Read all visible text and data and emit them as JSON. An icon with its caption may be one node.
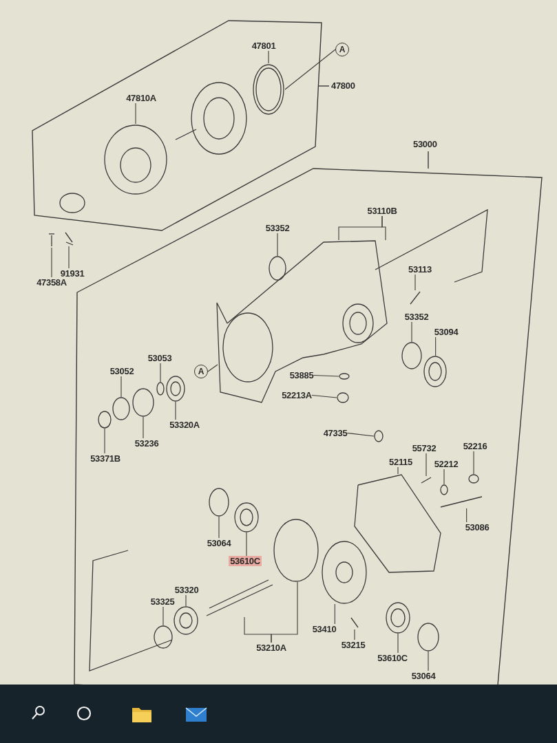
{
  "diagram": {
    "nodes": [
      {
        "text": [
          "47800"
        ]
      },
      {
        "text": [
          "47801"
        ],
        "in": 0
      },
      {
        "text": [
          "47810A"
        ],
        "in": 0
      },
      {
        "text": [
          "A"
        ]
      },
      {
        "text": [
          "91931"
        ]
      },
      {
        "text": [
          "47358A"
        ]
      },
      {
        "text": [
          "53000"
        ]
      },
      {
        "text": [
          "53352"
        ],
        "in": 6
      },
      {
        "text": [
          "53110B"
        ],
        "in": 6
      },
      {
        "text": [
          "53113"
        ],
        "in": 6
      },
      {
        "text": [
          "53352"
        ],
        "in": 6
      },
      {
        "text": [
          "53094"
        ],
        "in": 6
      },
      {
        "text": [
          "53053"
        ],
        "in": 6
      },
      {
        "text": [
          "53052"
        ],
        "in": 6
      },
      {
        "text": [
          "A"
        ],
        "in": 6
      },
      {
        "text": [
          "53885"
        ],
        "in": 6
      },
      {
        "text": [
          "52213A"
        ],
        "in": 6
      },
      {
        "text": [
          "53320A"
        ],
        "in": 6
      },
      {
        "text": [
          "53236"
        ],
        "in": 6
      },
      {
        "text": [
          "53371B"
        ],
        "in": 6
      },
      {
        "text": [
          "47335"
        ],
        "in": 6
      },
      {
        "text": [
          "55732"
        ],
        "in": 6
      },
      {
        "text": [
          "52216"
        ],
        "in": 6
      },
      {
        "text": [
          "52115"
        ],
        "in": 6
      },
      {
        "text": [
          "52212"
        ],
        "in": 6
      },
      {
        "text": [
          "53086"
        ],
        "in": 6
      },
      {
        "text": [
          "53064"
        ],
        "in": 6
      },
      {
        "text": [
          "53610C"
        ],
        "in": 6
      },
      {
        "text": [
          "53320"
        ],
        "in": 6
      },
      {
        "text": [
          "53325"
        ],
        "in": 6
      },
      {
        "text": [
          "53410"
        ],
        "in": 6
      },
      {
        "text": [
          "53215"
        ],
        "in": 6
      },
      {
        "text": [
          "53210A"
        ],
        "in": 6
      },
      {
        "text": [
          "53610C"
        ],
        "in": 6
      },
      {
        "text": [
          "53064"
        ],
        "in": 6
      },
      {
        "text": [],
        "shape": "picture",
        "in": 0
      },
      {
        "text": [],
        "shape": "picture",
        "in": 0
      },
      {
        "text": [],
        "shape": "picture"
      },
      {
        "text": [],
        "shape": "picture"
      },
      {
        "text": [],
        "shape": "circle",
        "in": 6
      },
      {
        "text": [],
        "shape": "picture",
        "in": 6
      },
      {
        "text": [],
        "shape": "picture",
        "in": 6
      },
      {
        "text": [],
        "shape": "circle",
        "in": 6
      },
      {
        "text": [],
        "shape": "picture",
        "in": 6
      },
      {
        "text": [],
        "shape": "circle",
        "in": 6
      },
      {
        "text": [],
        "shape": "circle",
        "in": 6
      },
      {
        "text": [],
        "shape": "circle",
        "in": 6
      },
      {
        "text": [],
        "shape": "circle",
        "in": 6
      },
      {
        "text": [],
        "shape": "picture",
        "in": 6
      },
      {
        "text": [],
        "shape": "circle",
        "in": 6
      },
      {
        "text": [],
        "shape": "circle",
        "in": 6
      },
      {
        "text": [],
        "shape": "circle",
        "in": 6
      },
      {
        "text": [],
        "shape": "picture",
        "in": 6
      },
      {
        "text": [],
        "shape": "circle",
        "in": 6
      },
      {
        "text": [],
        "shape": "picture",
        "in": 6
      },
      {
        "text": [],
        "shape": "circle",
        "in": 6
      },
      {
        "text": [],
        "shape": "picture",
        "in": 6
      },
      {
        "text": [],
        "shape": "circle",
        "in": 6
      },
      {
        "text": [],
        "shape": "picture",
        "in": 6
      },
      {
        "text": [],
        "shape": "picture",
        "in": 6
      },
      {
        "text": [],
        "shape": "circle",
        "in": 6
      },
      {
        "text": [],
        "shape": "picture",
        "in": 6
      },
      {
        "text": [],
        "shape": "picture",
        "in": 6
      },
      {
        "text": [],
        "shape": "picture",
        "in": 6
      },
      {
        "text": [],
        "shape": "circle",
        "in": 6
      },
      {
        "text": [],
        "shape": "picture",
        "in": 6
      },
      {
        "text": [],
        "shape": "circle",
        "in": 6
      }
    ],
    "edges": [
      {
        "from": 1,
        "to": 35,
        "arrow": "none"
      },
      {
        "from": 2,
        "to": 36,
        "arrow": "none"
      },
      {
        "from": 3,
        "to": 35,
        "arrow": "none"
      },
      {
        "from": 4,
        "to": 38,
        "arrow": "none"
      },
      {
        "from": 5,
        "to": 37,
        "arrow": "none"
      },
      {
        "from": 7,
        "to": 39,
        "arrow": "none"
      },
      {
        "from": 8,
        "to": 40,
        "arrow": "none"
      },
      {
        "from": 8,
        "to": 40,
        "arrow": "none"
      },
      {
        "from": 9,
        "to": 41,
        "arrow": "none"
      },
      {
        "from": 10,
        "to": 42,
        "arrow": "none"
      },
      {
        "from": 11,
        "to": 43,
        "arrow": "none"
      },
      {
        "from": 12,
        "to": 44,
        "arrow": "none"
      },
      {
        "from": 13,
        "to": 45,
        "arrow": "none"
      },
      {
        "from": 14,
        "to": 40,
        "arrow": "none"
      },
      {
        "from": 15,
        "to": 46,
        "arrow": "none"
      },
      {
        "from": 16,
        "to": 47,
        "arrow": "none"
      },
      {
        "from": 17,
        "to": 48,
        "arrow": "none"
      },
      {
        "from": 18,
        "to": 49,
        "arrow": "none"
      },
      {
        "from": 19,
        "to": 50,
        "arrow": "none"
      },
      {
        "from": 20,
        "to": 51,
        "arrow": "none"
      },
      {
        "from": 21,
        "to": 52,
        "arrow": "none"
      },
      {
        "from": 22,
        "to": 53,
        "arrow": "none"
      },
      {
        "from": 23,
        "to": 54,
        "arrow": "none"
      },
      {
        "from": 24,
        "to": 55,
        "arrow": "none"
      },
      {
        "from": 25,
        "to": 56,
        "arrow": "none"
      },
      {
        "from": 26,
        "to": 57,
        "arrow": "none"
      },
      {
        "from": 27,
        "to": 58,
        "arrow": "none"
      },
      {
        "from": 28,
        "to": 59,
        "arrow": "none"
      },
      {
        "from": 29,
        "to": 60,
        "arrow": "none"
      },
      {
        "from": 30,
        "to": 61,
        "arrow": "none"
      },
      {
        "from": 31,
        "to": 62,
        "arrow": "none"
      },
      {
        "from": 32,
        "to": 63,
        "arrow": "none"
      },
      {
        "from": 32,
        "to": 64,
        "arrow": "none"
      },
      {
        "from": 33,
        "to": 65,
        "arrow": "none"
      },
      {
        "from": 34,
        "to": 66,
        "arrow": "none"
      }
    ]
  }
}
